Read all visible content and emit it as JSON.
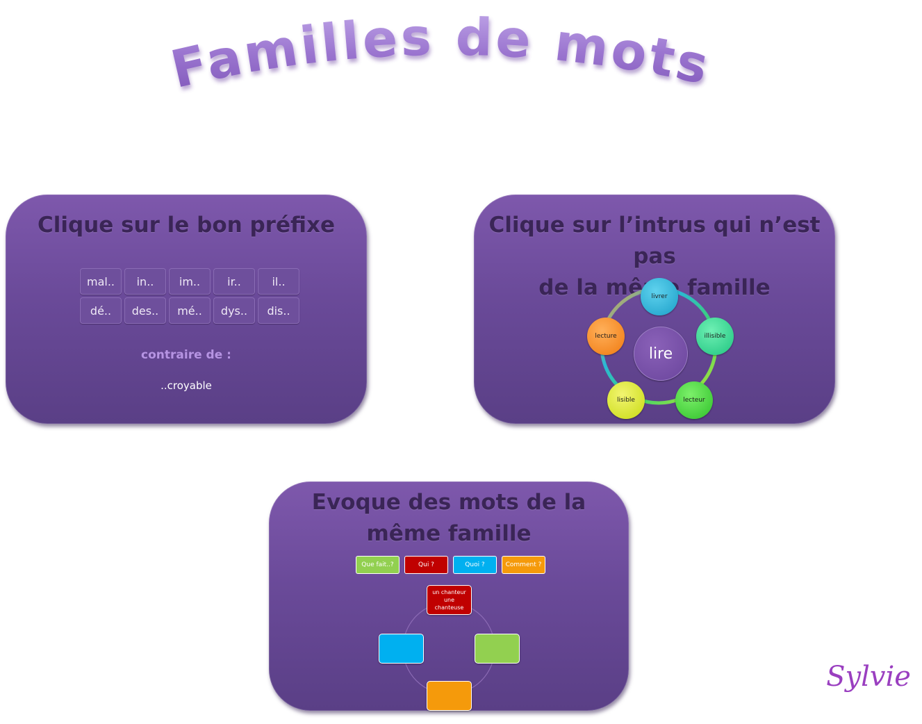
{
  "title": "Familles de mots",
  "signature": "Sylvie",
  "card_prefix": {
    "title": "Clique sur le bon préfixe",
    "prefixes": [
      "mal..",
      "in..",
      "im..",
      "ir..",
      "il..",
      "dé..",
      "des..",
      "mé..",
      "dys..",
      "dis.."
    ],
    "question_label": "contraire de :",
    "word": "..croyable"
  },
  "card_intrus": {
    "title_line1": "Clique sur l’intrus qui n’est pas",
    "title_line2": "de la même famille",
    "center": "lire",
    "nodes": [
      "livrer",
      "illisible",
      "lecteur",
      "lisible",
      "lecture"
    ]
  },
  "card_evoque": {
    "title_line1": "Evoque des mots de la",
    "title_line2": "même famille",
    "chips": [
      "Que fait..?",
      "Qui ?",
      "Quoi ?",
      "Comment ?"
    ],
    "top_box_line1": "un chanteur",
    "top_box_line2": "une",
    "top_box_line3": "chanteuse"
  },
  "colors": {
    "card": "#6f4f9f",
    "title_text": "#3a2556",
    "green": "#92d050",
    "red": "#c00000",
    "blue": "#00b0f0",
    "orange": "#f59a0b"
  }
}
